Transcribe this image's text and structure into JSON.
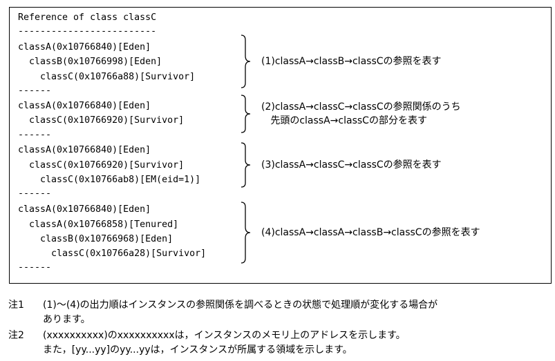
{
  "listing": {
    "header": "Reference of class classC",
    "rule": "-------------------------",
    "separator": "------",
    "groups": [
      {
        "lines": [
          "classA(0x10766840)[Eden]",
          "  classB(0x10766998)[Eden]",
          "    classC(0x10766a88)[Survivor]"
        ],
        "desc": [
          "(1)classA→classB→classCの参照を表す"
        ]
      },
      {
        "lines": [
          "classA(0x10766840)[Eden]",
          "  classC(0x10766920)[Survivor]"
        ],
        "desc": [
          "(2)classA→classC→classCの参照関係のうち",
          "   先頭のclassA→classCの部分を表す"
        ]
      },
      {
        "lines": [
          "classA(0x10766840)[Eden]",
          "  classC(0x10766920)[Survivor]",
          "    classC(0x10766ab8)[EM(eid=1)]"
        ],
        "desc": [
          "(3)classA→classC→classCの参照を表す"
        ]
      },
      {
        "lines": [
          "classA(0x10766840)[Eden]",
          "  classA(0x10766858)[Tenured]",
          "    classB(0x10766968)[Eden]",
          "      classC(0x10766a28)[Survivor]"
        ],
        "desc": [
          "(4)classA→classA→classB→classCの参照を表す"
        ]
      }
    ]
  },
  "notes": [
    {
      "label": "注1",
      "lines": [
        "(1)～(4)の出力順はインスタンスの参照関係を調べるときの状態で処理順が変化する場合が",
        "あります。"
      ]
    },
    {
      "label": "注2",
      "lines": [
        "(xxxxxxxxxx)のxxxxxxxxxxは，インスタンスのメモリ上のアドレスを示します。",
        "また，[yy...yy]のyy...yyは，インスタンスが所属する領域を示します。"
      ]
    }
  ]
}
